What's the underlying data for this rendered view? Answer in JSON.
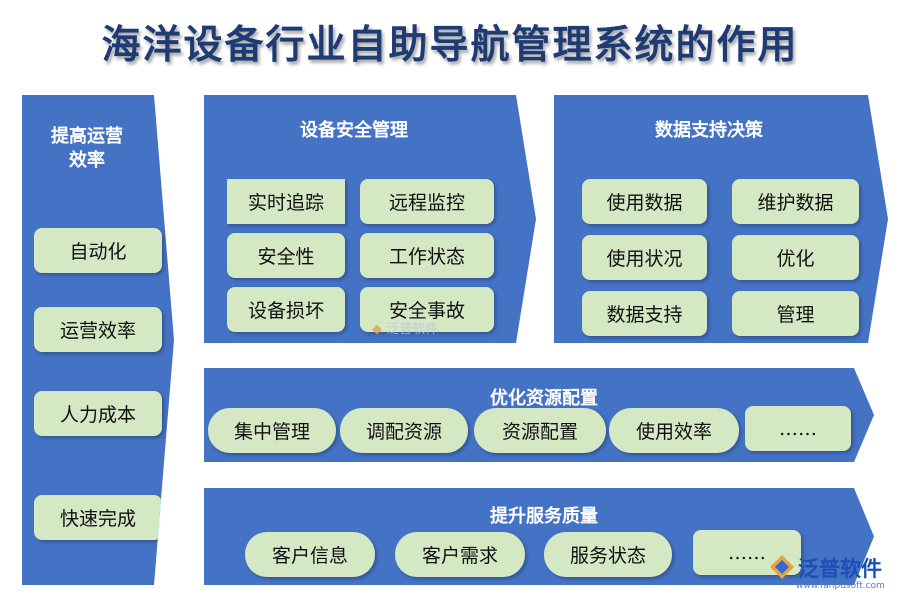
{
  "title": "海洋设备行业自助导航管理系统的作用",
  "left_column": {
    "heading": "提高运营\n效率",
    "items": [
      "自动化",
      "运营效率",
      "人力成本",
      "快速完成"
    ]
  },
  "safety": {
    "heading": "设备安全管理",
    "items": [
      "实时追踪",
      "远程监控",
      "安全性",
      "工作状态",
      "设备损坏",
      "安全事故"
    ]
  },
  "data_support": {
    "heading": "数据支持决策",
    "items": [
      "使用数据",
      "维护数据",
      "使用状况",
      "优化",
      "数据支持",
      "管理"
    ]
  },
  "resource": {
    "heading": "优化资源配置",
    "items": [
      "集中管理",
      "调配资源",
      "资源配置",
      "使用效率",
      "……"
    ]
  },
  "service": {
    "heading": "提升服务质量",
    "items": [
      "客户信息",
      "客户需求",
      "服务状态",
      "……"
    ]
  },
  "watermark": "泛普软件",
  "logo": {
    "text": "泛普软件",
    "url": "www.fanpusoft.com"
  },
  "colors": {
    "panel": "#4472c4",
    "box": "#d5e8c4",
    "title": "#1f3b73"
  }
}
